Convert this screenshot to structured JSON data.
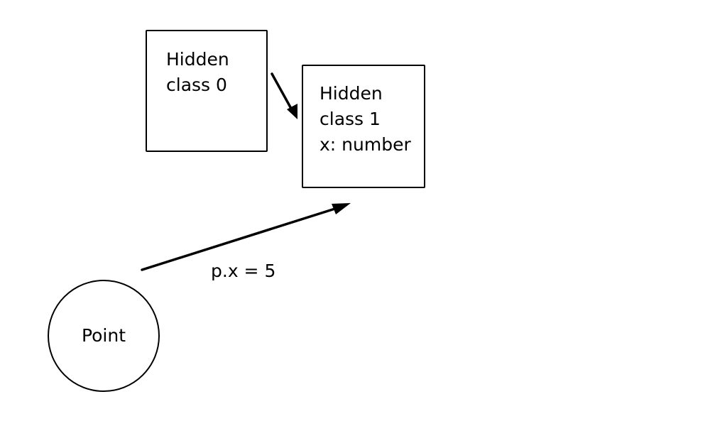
{
  "diagram": {
    "nodes": [
      {
        "id": "hidden-class-0",
        "shape": "rectangle",
        "lines": [
          "Hidden",
          "class 0"
        ]
      },
      {
        "id": "hidden-class-1",
        "shape": "rectangle",
        "lines": [
          "Hidden",
          "class 1",
          "x: number"
        ]
      },
      {
        "id": "point",
        "shape": "circle",
        "label": "Point"
      }
    ],
    "edges": [
      {
        "from": "hidden-class-0",
        "to": "hidden-class-1",
        "label": ""
      },
      {
        "from": "point",
        "to": "hidden-class-1",
        "label": "p.x = 5"
      }
    ],
    "colors": {
      "stroke": "#000000",
      "background": "#ffffff"
    }
  }
}
